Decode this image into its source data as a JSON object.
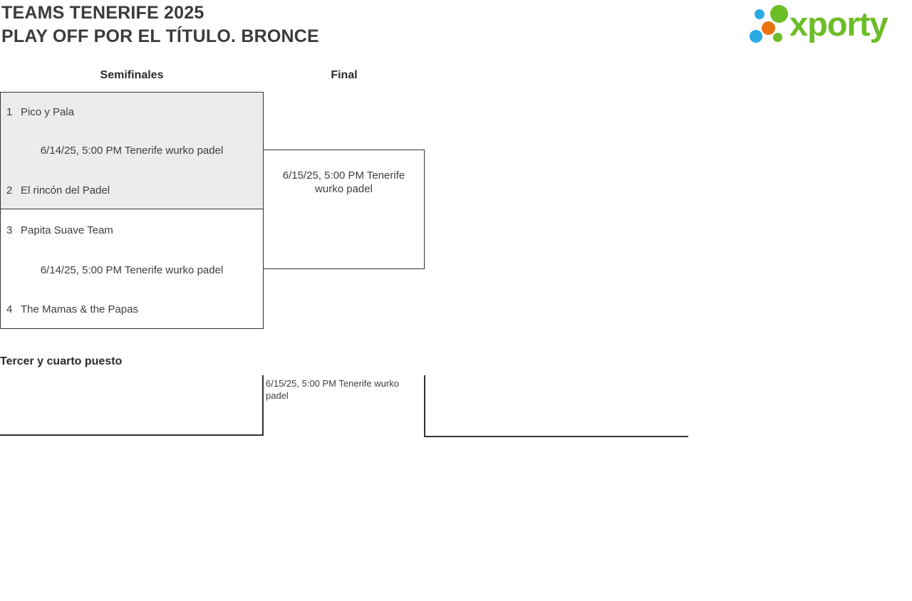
{
  "page": {
    "title_line1": "TEAMS TENERIFE 2025",
    "title_line2": "PLAY OFF POR EL TÍTULO. BRONCE"
  },
  "logo": {
    "text": "xporty",
    "colors": {
      "green": "#6cbd26",
      "blue": "#2aabe2",
      "orange": "#e8730d"
    }
  },
  "bracket": {
    "headers": {
      "semifinals": "Semifinales",
      "final": "Final"
    },
    "semifinals": [
      {
        "teams": [
          {
            "seed": "1",
            "name": "Pico y Pala"
          },
          {
            "seed": "2",
            "name": "El rincón del Padel"
          }
        ],
        "schedule": "6/14/25, 5:00 PM Tenerife wurko padel"
      },
      {
        "teams": [
          {
            "seed": "3",
            "name": "Papita Suave Team"
          },
          {
            "seed": "4",
            "name": "The Mamas & the Papas"
          }
        ],
        "schedule": "6/14/25, 5:00 PM Tenerife wurko padel"
      }
    ],
    "final": {
      "schedule": "6/15/25, 5:00 PM Tenerife wurko padel"
    }
  },
  "third_place": {
    "heading": "Tercer y cuarto puesto",
    "schedule": "6/15/25, 5:00 PM Tenerife wurko padel"
  },
  "theme": {
    "border_color": "#333333",
    "highlight_fill": "#ececec",
    "text_color": "#3e3e3e"
  }
}
